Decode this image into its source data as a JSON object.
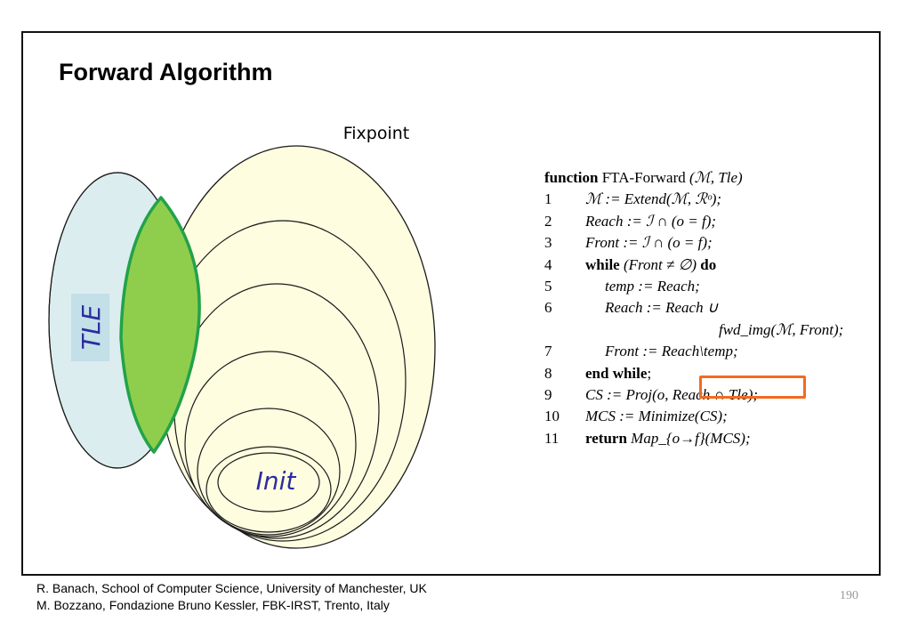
{
  "slide": {
    "title": "Forward Algorithm",
    "page_number": "190"
  },
  "diagram": {
    "fixpoint_label": "Fixpoint",
    "init_label": "Init",
    "tle_label": "TLE",
    "colors": {
      "fixpoint_fill": "#fffde0",
      "tle_fill": "#dcedf0",
      "tle_label_bg": "#c3dfe8",
      "intersection_fill": "#8fce4c",
      "intersection_stroke": "#22a24a",
      "label_blue": "#2b2c9e"
    }
  },
  "algorithm": {
    "header": {
      "keyword": "function",
      "name": "FTA-Forward",
      "args": "(ℳ, Tle)"
    },
    "lines": [
      {
        "num": "1",
        "text": "ℳ := Extend(ℳ, ℛᵒ);"
      },
      {
        "num": "2",
        "text": "Reach := ℐ ∩ (o = f);"
      },
      {
        "num": "3",
        "text": "Front := ℐ ∩ (o = f);"
      },
      {
        "num": "4",
        "kw1": "while",
        "text": "(Front ≠ ∅)",
        "kw2": "do"
      },
      {
        "num": "5",
        "text": "temp := Reach;"
      },
      {
        "num": "6",
        "text": "Reach := Reach ∪"
      },
      {
        "num": "",
        "text": "fwd_img(ℳ, Front);"
      },
      {
        "num": "7",
        "text": "Front := Reach\\temp;"
      },
      {
        "num": "8",
        "kw1": "end while",
        "text": ";"
      },
      {
        "num": "9",
        "text": "CS := Proj(o, Reach ∩ Tle);"
      },
      {
        "num": "10",
        "text": "MCS := Minimize(CS);"
      },
      {
        "num": "11",
        "kw1": "return",
        "text": "Map_{o→f}(MCS);"
      }
    ]
  },
  "footer": {
    "line1": "R. Banach, School of  Computer Science, University of Manchester, UK",
    "line2": "M. Bozzano, Fondazione Bruno Kessler, FBK-IRST, Trento, Italy"
  }
}
